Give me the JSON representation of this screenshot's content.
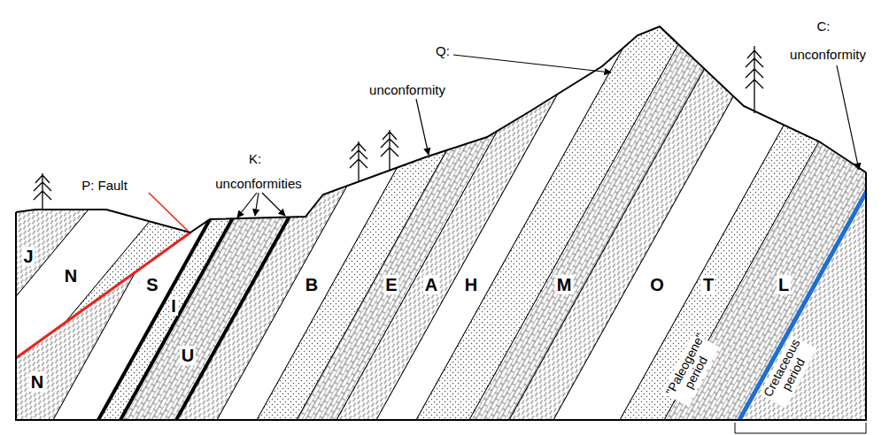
{
  "diagram": {
    "labels": [
      "P: Fault",
      "K:",
      "unconformities",
      "unconformity",
      "Q:",
      "C:",
      "unconformity",
      "J",
      "N",
      "N",
      "S",
      "I",
      "U",
      "B",
      "E",
      "A",
      "H",
      "M",
      "O",
      "T",
      "L",
      "\"Paleogene\" period",
      "Cretaceous period"
    ]
  }
}
